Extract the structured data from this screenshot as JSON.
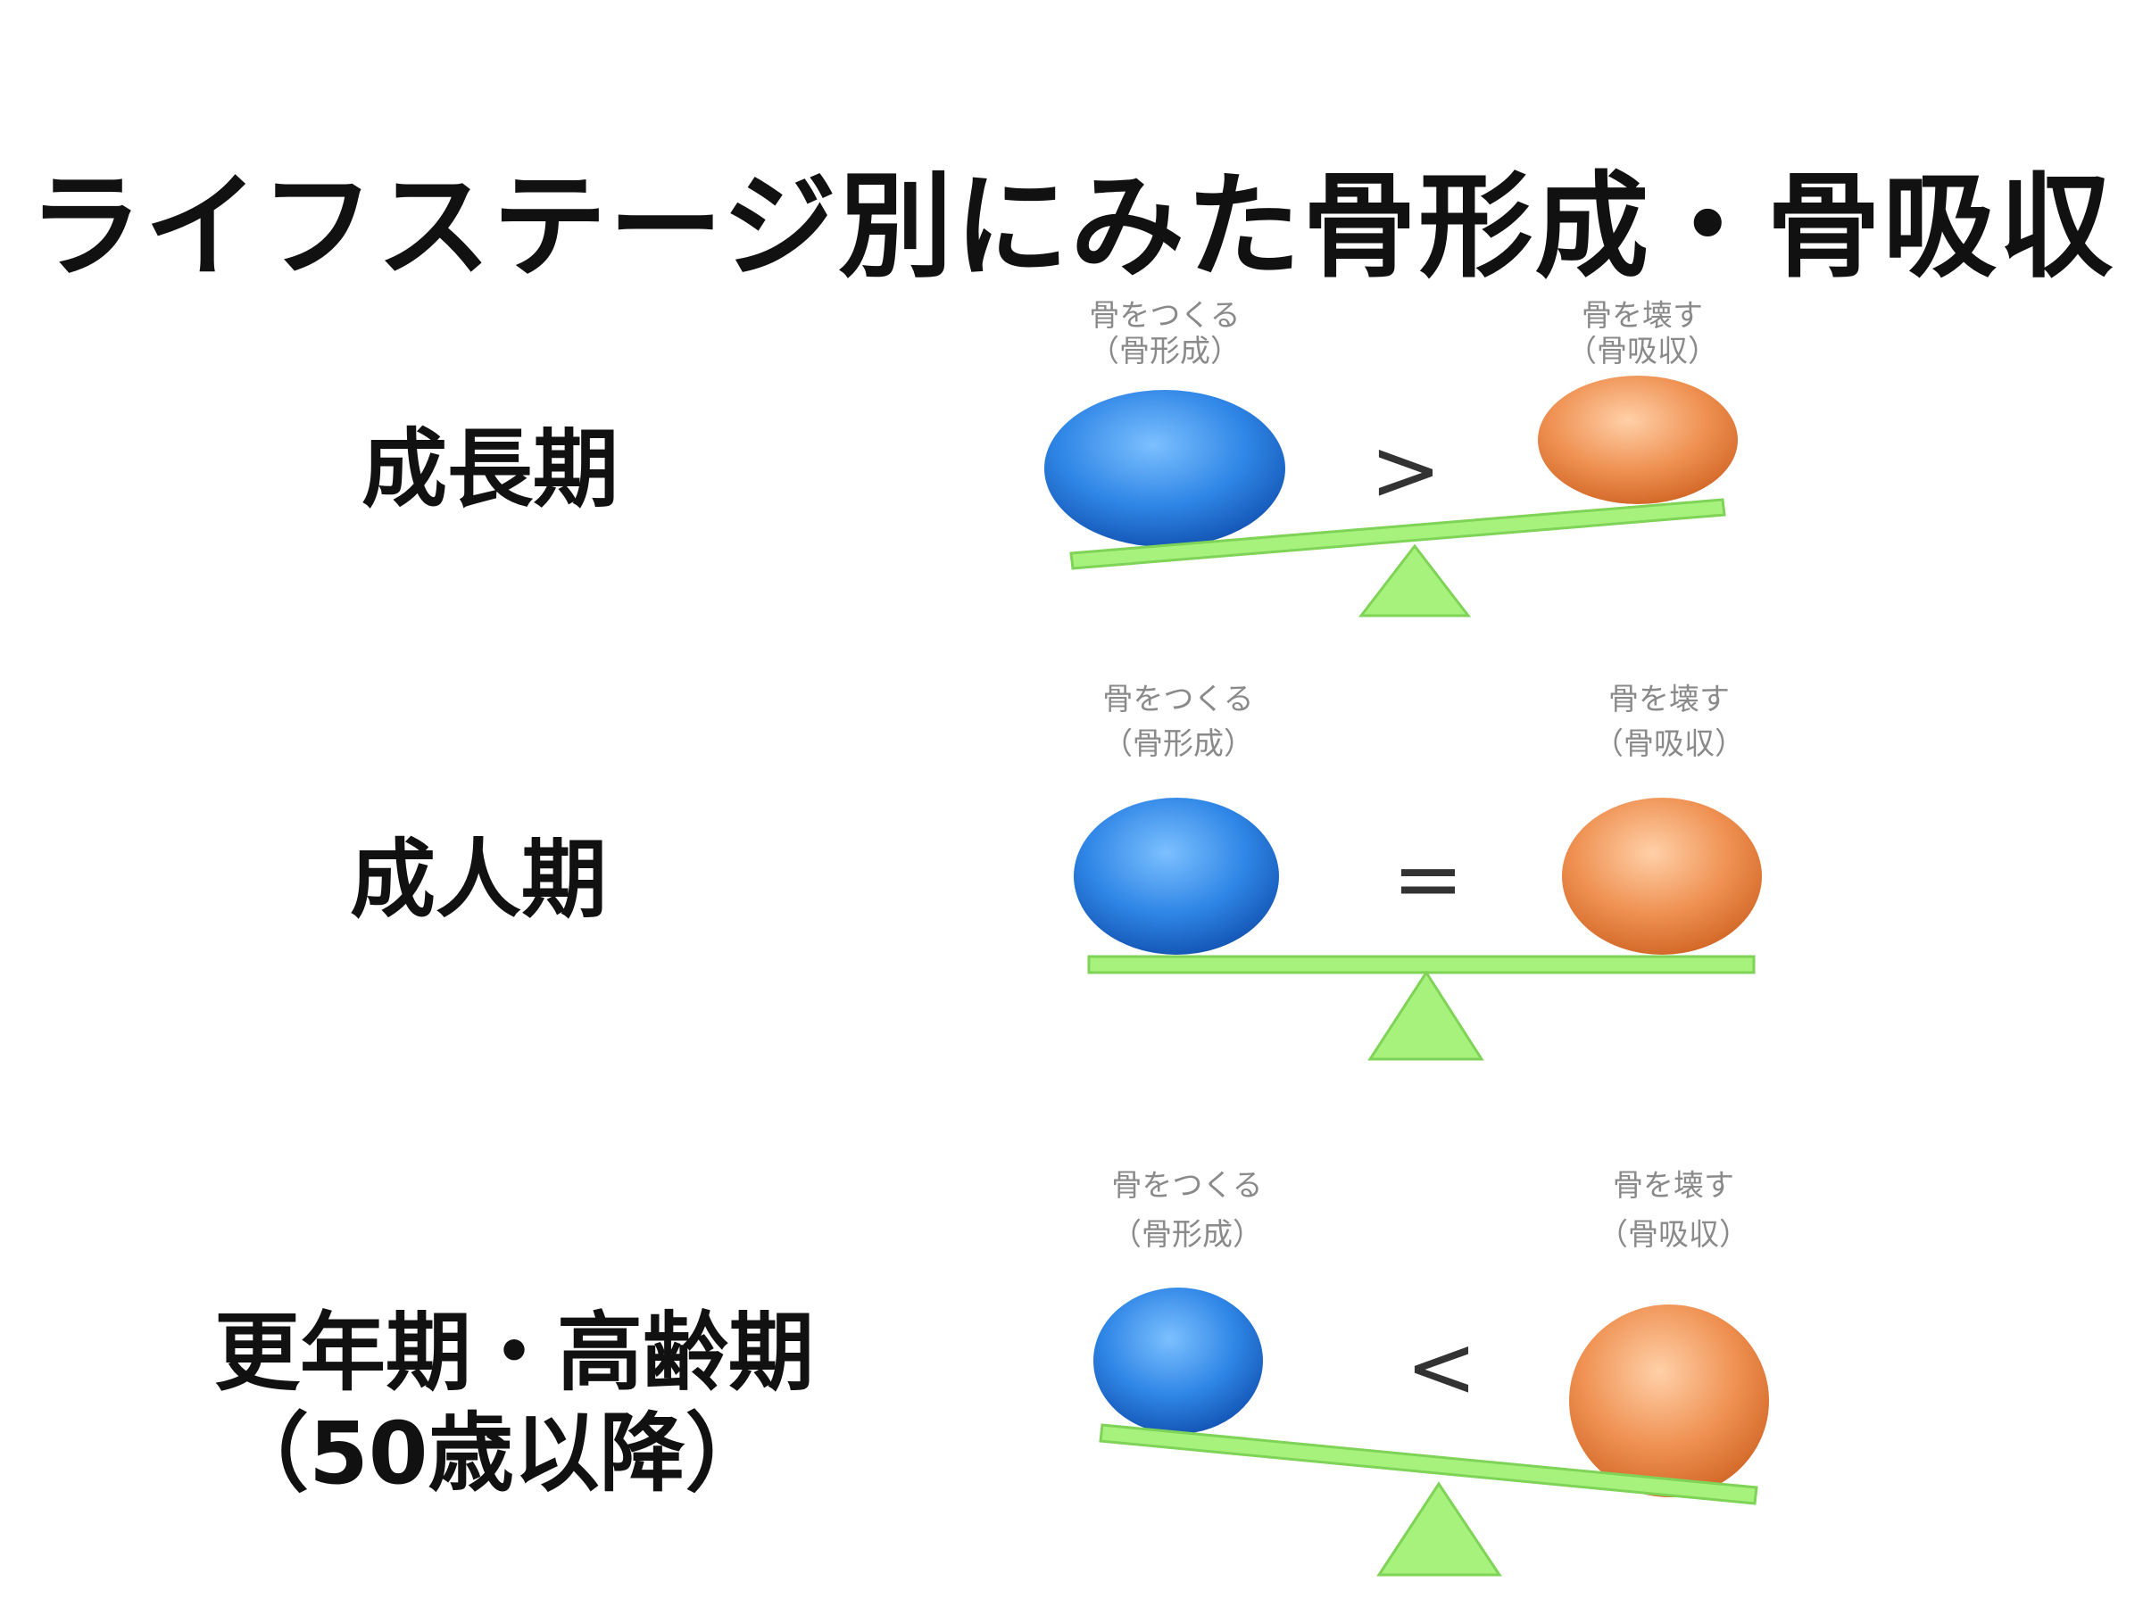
{
  "title": "ライフステージ別にみた骨形成・骨吸収",
  "colors": {
    "formation_ball": "#2f86e6",
    "resorption_ball": "#ef9152",
    "seesaw": "#a6f27c",
    "seesaw_border": "#7fd357",
    "fulcrum": "#a6f27c"
  },
  "rows": [
    {
      "stage": "成長期",
      "stage_sub": "",
      "formation_label_line1": "骨をつくる",
      "formation_label_line2": "（骨形成）",
      "resorption_label_line1": "骨を壊す",
      "resorption_label_line2": "（骨吸収）",
      "operator": ">"
    },
    {
      "stage": "成人期",
      "stage_sub": "",
      "formation_label_line1": "骨をつくる",
      "formation_label_line2": "（骨形成）",
      "resorption_label_line1": "骨を壊す",
      "resorption_label_line2": "（骨吸収）",
      "operator": "="
    },
    {
      "stage": "更年期・高齢期",
      "stage_sub": "（50歳以降）",
      "formation_label_line1": "骨をつくる",
      "formation_label_line2": "（骨形成）",
      "resorption_label_line1": "骨を壊す",
      "resorption_label_line2": "（骨吸収）",
      "operator": "<"
    }
  ]
}
